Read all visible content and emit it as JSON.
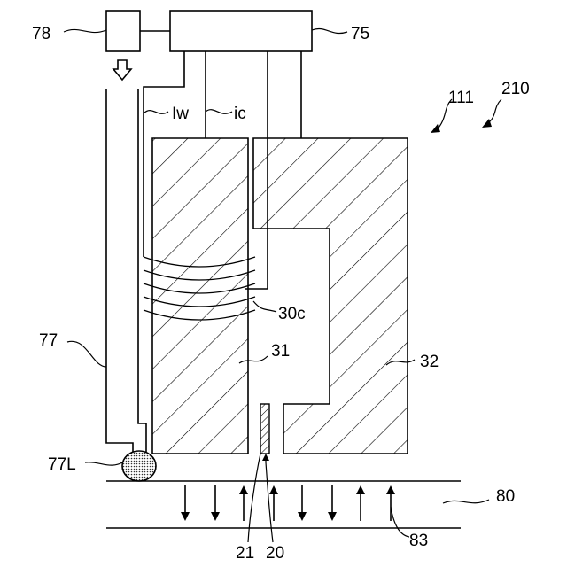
{
  "labels": {
    "ref_78": "78",
    "ref_75": "75",
    "ref_111": "111",
    "ref_210": "210",
    "ref_lw": "Iw",
    "ref_ic": "ic",
    "ref_30c": "30c",
    "ref_31": "31",
    "ref_32": "32",
    "ref_77": "77",
    "ref_77L": "77L",
    "ref_80": "80",
    "ref_83": "83",
    "ref_21": "21",
    "ref_20": "20"
  },
  "colors": {
    "line": "#000000",
    "background": "#ffffff",
    "droplet_fill": "#bbbbbb"
  },
  "icons": {
    "flow_arrow": "hollow-down-arrow-icon"
  }
}
